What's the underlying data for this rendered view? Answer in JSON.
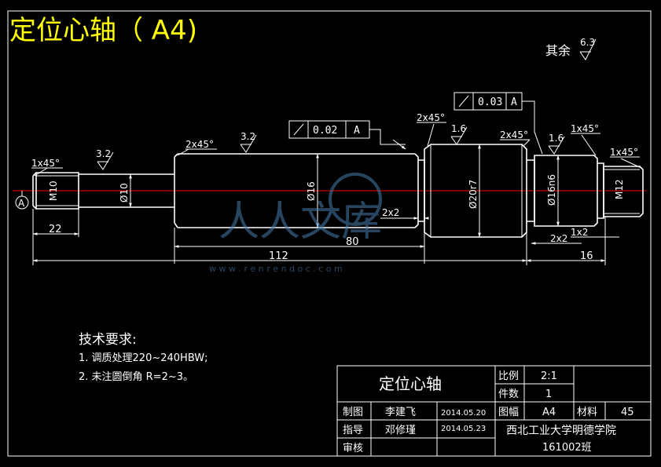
{
  "header": {
    "title": "定位心轴（ A4)"
  },
  "surface_default": {
    "label": "其余",
    "roughness": "6.3"
  },
  "roughness_marks": [
    "3.2",
    "3.2",
    "1.6",
    "1.6"
  ],
  "chamfers": [
    "1x45°",
    "2x45°",
    "2x45°",
    "2x45°",
    "1x45°",
    "1x45°"
  ],
  "tolerance_frames": [
    {
      "symbol": "↗",
      "value": "0.02",
      "datum": "A"
    },
    {
      "symbol": "↗",
      "value": "0.03",
      "datum": "A"
    }
  ],
  "datum_label": "A",
  "diameters": [
    "M10",
    "Ø10",
    "Ø16",
    "Ø20r7",
    "Ø16n6",
    "M12"
  ],
  "dims": {
    "d22": "22",
    "d80": "80",
    "d112": "112",
    "d16": "16",
    "groove1": "2x2",
    "groove2": "2x2",
    "groove3": "1x2"
  },
  "watermark": {
    "brand": "人人文库",
    "url": "w w w . r e n r e n d o c . c o m"
  },
  "requirements": {
    "title": "技术要求:",
    "items": [
      "1. 调质处理220~240HBW;",
      "2. 未注圆倒角 R=2~3。"
    ]
  },
  "title_block": {
    "part_name": "定位心轴",
    "scale_label": "比例",
    "scale_value": "2:1",
    "qty_label": "件数",
    "qty_value": "1",
    "drawn_label": "制图",
    "drawn_name": "李建飞",
    "drawn_date": "2014.05.20",
    "checked_label": "指导",
    "checked_name": "邓修瑾",
    "checked_date": "2014.05.23",
    "review_label": "审核",
    "sheet_label": "图幅",
    "sheet_value": "A4",
    "material_label": "材料",
    "material_value": "45",
    "school": "西北工业大学明德学院",
    "class_no": "161002班"
  },
  "colors": {
    "background": "#000000",
    "line": "#ffffff",
    "title": "#ffff00",
    "centerline": "#ff0000",
    "watermark": "#4a7fb0"
  }
}
